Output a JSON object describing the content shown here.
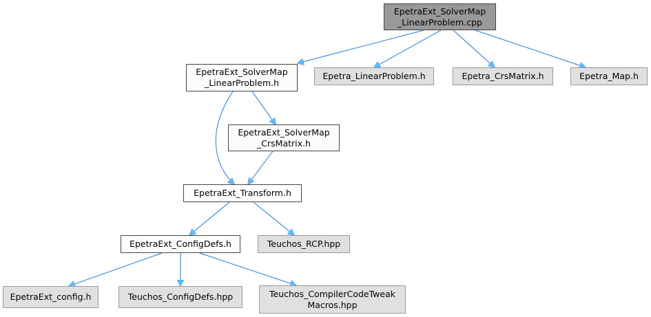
{
  "nodes": {
    "root": [
      "EpetraExt_SolverMap",
      "_LinearProblem.cpp"
    ],
    "solvermap_lp_h": [
      "EpetraExt_SolverMap",
      "_LinearProblem.h"
    ],
    "epetra_linearproblem": "Epetra_LinearProblem.h",
    "epetra_crsmatrix": "Epetra_CrsMatrix.h",
    "epetra_map": "Epetra_Map.h",
    "solvermap_crs_h": [
      "EpetraExt_SolverMap",
      "_CrsMatrix.h"
    ],
    "transform": "EpetraExt_Transform.h",
    "configdefs": "EpetraExt_ConfigDefs.h",
    "teuchos_rcp": "Teuchos_RCP.hpp",
    "epetraext_config": "EpetraExt_config.h",
    "teuchos_configdefs": "Teuchos_ConfigDefs.hpp",
    "teuchos_tweak": [
      "Teuchos_CompilerCodeTweak",
      "Macros.hpp"
    ]
  },
  "colors": {
    "edge": "#4a90d9",
    "arrow": "#63b8ff",
    "root_fill": "#999999",
    "external_fill": "#e0e0e0"
  }
}
